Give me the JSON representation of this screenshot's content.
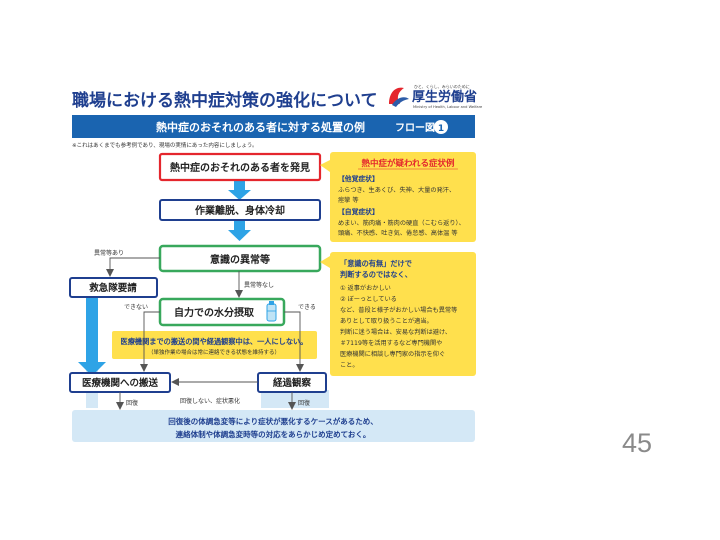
{
  "title": "職場における熱中症対策の強化について",
  "logo": {
    "tagline": "ひと、くらし、みらいのために",
    "name": "厚生労働省",
    "english": "Ministry of Health, Labour and Welfare"
  },
  "banner": {
    "text": "熱中症のおそれのある者に対する処置の例",
    "flow_label": "フロー図",
    "flow_number": "1"
  },
  "note": "※これはあくまでも参考例であり、現場の実情にあった内容にしましょう。",
  "nodes": {
    "discover": "熱中症のおそれのある者を発見",
    "stop_work": "作業離脱、身体冷却",
    "consciousness": "意識の異常等",
    "ambulance": "救急隊要請",
    "self_hydrate": "自力での水分摂取",
    "transport": "医療機関への搬送",
    "observe": "経過観察"
  },
  "edge_labels": {
    "abnormal_yes": "異常等あり",
    "abnormal_no": "異常等なし",
    "cannot": "できない",
    "can": "できる",
    "no_recovery": "回復しない、症状悪化",
    "recovery_left": "回復",
    "recovery_right": "回復"
  },
  "symptoms": {
    "title": "熱中症が疑われる症状例",
    "other_heading": "【他覚症状】",
    "other_lines": [
      "ふらつき、生あくび、失神、大量の発汗、",
      "痙攣 等"
    ],
    "self_heading": "【自覚症状】",
    "self_lines": [
      "めまい、筋肉痛・筋肉の硬直（こむら返り）、",
      "頭痛、不快感、吐き気、倦怠感、高体温 等"
    ]
  },
  "judgment": {
    "lines": [
      "「意識の有無」だけで",
      "判断するのではなく、",
      "① 返事がおかしい",
      "② ぼーっとしている",
      "など、普段と様子がおかしい場合も異常等",
      "ありとして取り扱うことが適当。",
      "判断に迷う場合は、安易な判断は避け、",
      "＃7119等を活用するなど専門機関や",
      "医療機関に相談し専門家の指示を仰ぐ",
      "こと。"
    ]
  },
  "not_alone": {
    "main": "医療機関までの搬送の間や経過観察中は、一人にしない。",
    "sub": "（単独作業の場合は常に連絡できる状態を維持する）"
  },
  "footer_lines": [
    "回復後の体調急変等により症状が悪化するケースがあるため、",
    "連絡体制や体調急変時等の対応をあらかじめ定めておく。"
  ],
  "page_number": "45",
  "colors": {
    "navy": "#1f3f8f",
    "banner": "#1a64b0",
    "red": "#e4262d",
    "green": "#38a85c",
    "yellow": "#ffe04d",
    "light_blue": "#d4e8f6",
    "arrow_blue": "#2ea3e6"
  }
}
